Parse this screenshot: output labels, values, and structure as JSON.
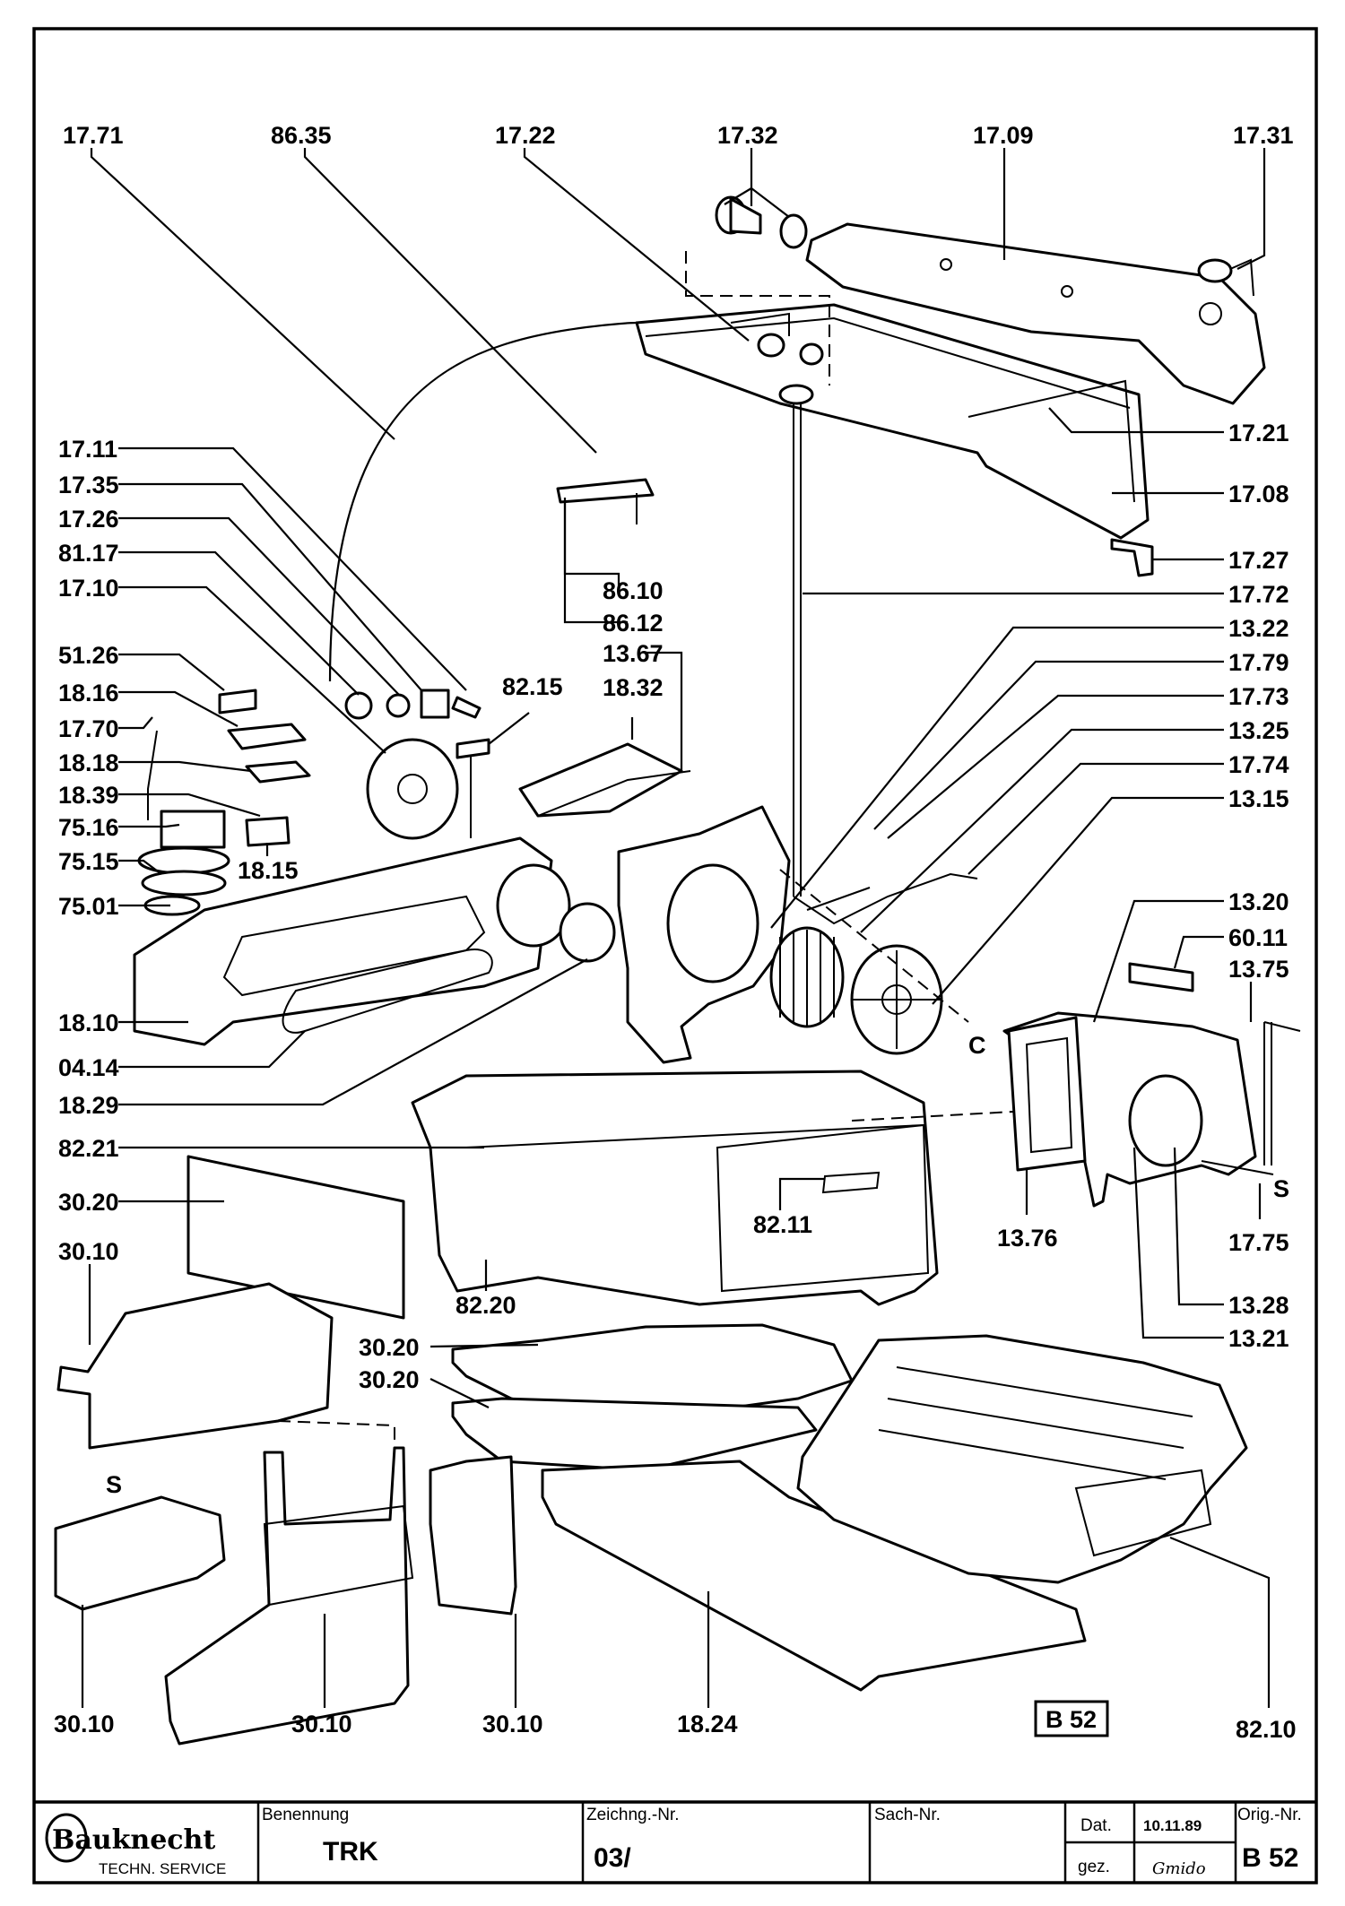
{
  "drawing": {
    "part_labels": [
      {
        "id": "17-71",
        "text": "17.71"
      },
      {
        "id": "86-35",
        "text": "86.35"
      },
      {
        "id": "17-22",
        "text": "17.22"
      },
      {
        "id": "17-32",
        "text": "17.32"
      },
      {
        "id": "17-09",
        "text": "17.09"
      },
      {
        "id": "17-31",
        "text": "17.31"
      },
      {
        "id": "17-21",
        "text": "17.21"
      },
      {
        "id": "17-08",
        "text": "17.08"
      },
      {
        "id": "17-27",
        "text": "17.27"
      },
      {
        "id": "17-72",
        "text": "17.72"
      },
      {
        "id": "13-22",
        "text": "13.22"
      },
      {
        "id": "17-79",
        "text": "17.79"
      },
      {
        "id": "17-73",
        "text": "17.73"
      },
      {
        "id": "13-25",
        "text": "13.25"
      },
      {
        "id": "17-74",
        "text": "17.74"
      },
      {
        "id": "13-15",
        "text": "13.15"
      },
      {
        "id": "13-20",
        "text": "13.20"
      },
      {
        "id": "60-11",
        "text": "60.11"
      },
      {
        "id": "13-75",
        "text": "13.75"
      },
      {
        "id": "17-75",
        "text": "17.75"
      },
      {
        "id": "13-28",
        "text": "13.28"
      },
      {
        "id": "13-21",
        "text": "13.21"
      },
      {
        "id": "13-76",
        "text": "13.76"
      },
      {
        "id": "17-11",
        "text": "17.11"
      },
      {
        "id": "17-35",
        "text": "17.35"
      },
      {
        "id": "17-26",
        "text": "17.26"
      },
      {
        "id": "81-17",
        "text": "81.17"
      },
      {
        "id": "17-10",
        "text": "17.10"
      },
      {
        "id": "51-26",
        "text": "51.26"
      },
      {
        "id": "18-16",
        "text": "18.16"
      },
      {
        "id": "17-70",
        "text": "17.70"
      },
      {
        "id": "18-18",
        "text": "18.18"
      },
      {
        "id": "18-39",
        "text": "18.39"
      },
      {
        "id": "75-16",
        "text": "75.16"
      },
      {
        "id": "75-15",
        "text": "75.15"
      },
      {
        "id": "75-01",
        "text": "75.01"
      },
      {
        "id": "18-15",
        "text": "18.15"
      },
      {
        "id": "82-15",
        "text": "82.15"
      },
      {
        "id": "86-10",
        "text": "86.10"
      },
      {
        "id": "86-12",
        "text": "86.12"
      },
      {
        "id": "13-67",
        "text": "13.67"
      },
      {
        "id": "18-32",
        "text": "18.32"
      },
      {
        "id": "18-10",
        "text": "18.10"
      },
      {
        "id": "04-14",
        "text": "04.14"
      },
      {
        "id": "18-29",
        "text": "18.29"
      },
      {
        "id": "82-21",
        "text": "82.21"
      },
      {
        "id": "30-20-a",
        "text": "30.20"
      },
      {
        "id": "30-10-a",
        "text": "30.10"
      },
      {
        "id": "82-20",
        "text": "82.20"
      },
      {
        "id": "82-11",
        "text": "82.11"
      },
      {
        "id": "30-20-b",
        "text": "30.20"
      },
      {
        "id": "30-20-c",
        "text": "30.20"
      },
      {
        "id": "30-10-b",
        "text": "30.10"
      },
      {
        "id": "30-10-c",
        "text": "30.10"
      },
      {
        "id": "30-10-d",
        "text": "30.10"
      },
      {
        "id": "18-24",
        "text": "18.24"
      },
      {
        "id": "82-10",
        "text": "82.10"
      }
    ],
    "marks": {
      "c": "C",
      "s_right": "S",
      "s_left": "S"
    },
    "sheet_tag": "B 52"
  },
  "title_block": {
    "brand": "Bauknecht",
    "brand_sub": "TECHN. SERVICE",
    "benennung_label": "Benennung",
    "benennung_value": "TRK",
    "zeichng_label": "Zeichng.-Nr.",
    "zeichng_value": "03/",
    "sach_label": "Sach-Nr.",
    "dat_label": "Dat.",
    "dat_value": "10.11.89",
    "gez_label": "gez.",
    "gez_value": "Gmido",
    "orig_label": "Orig.-Nr.",
    "orig_value": "B 52"
  }
}
